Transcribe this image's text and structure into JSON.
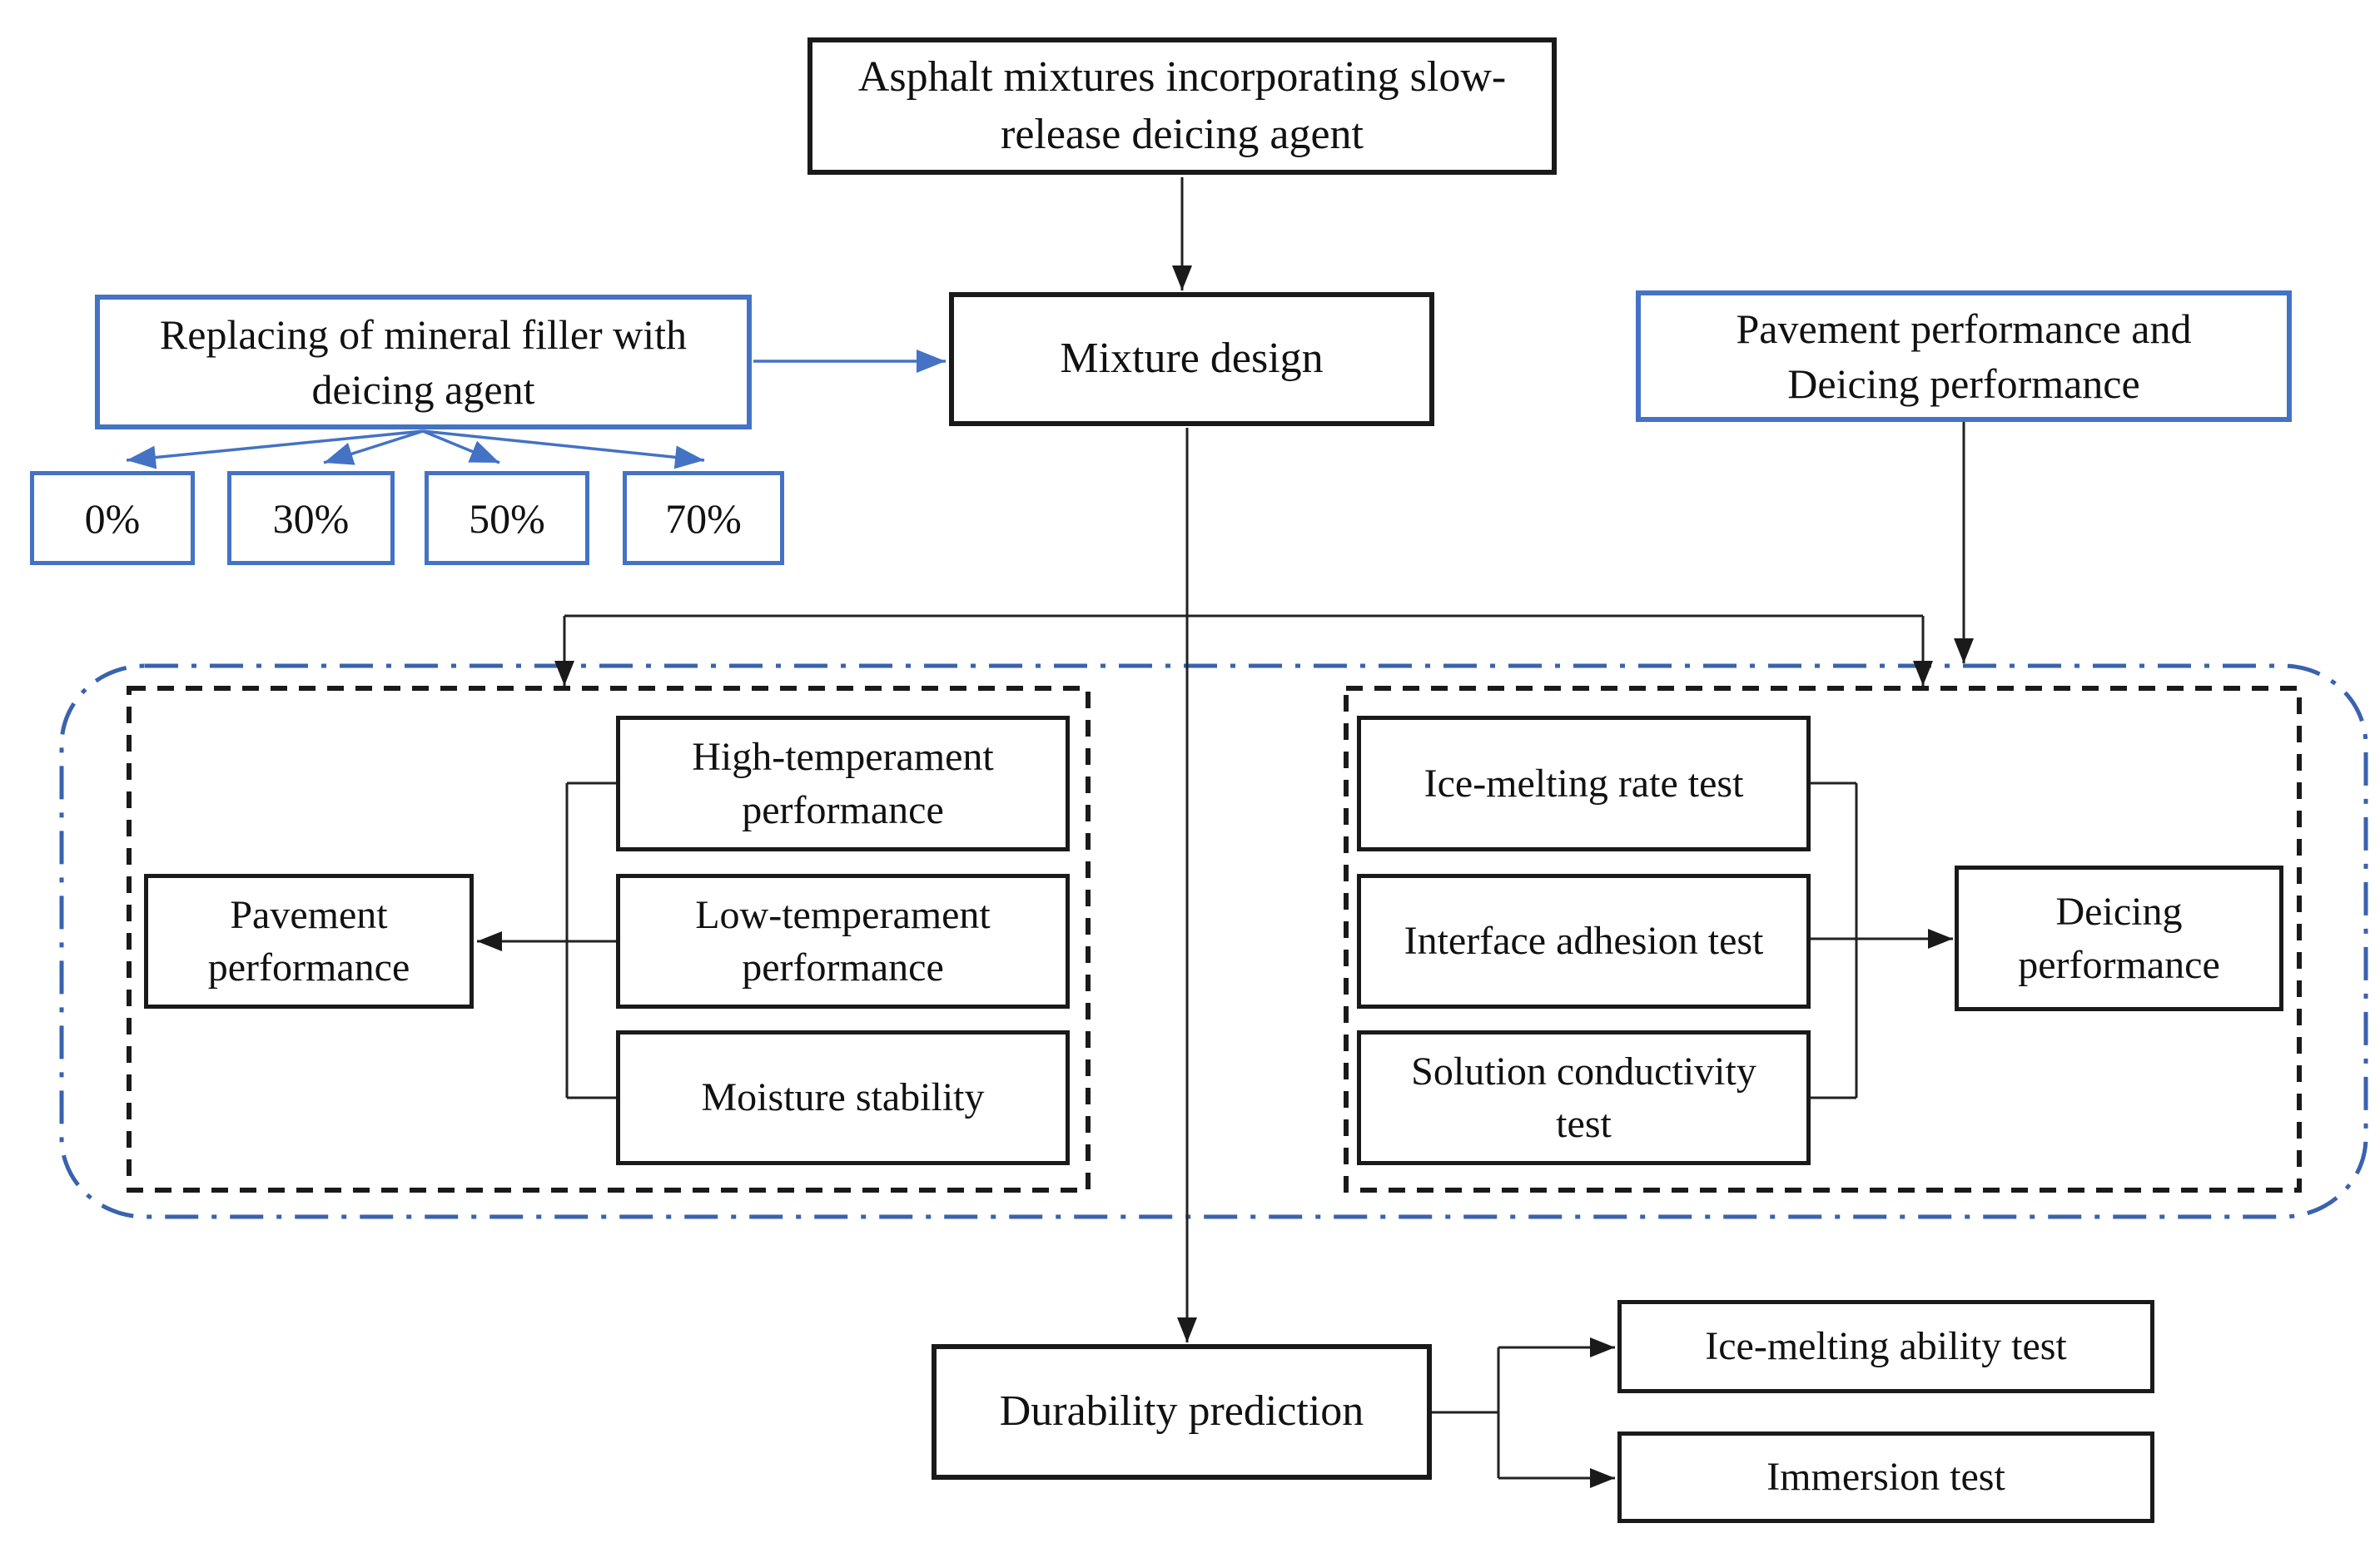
{
  "colors": {
    "accent_blue": "#4472C4",
    "container_dashdot_blue": "#3A62AD",
    "line_black": "#1a1a1a",
    "text": "#111111",
    "background": "#ffffff"
  },
  "percentages": [
    "0%",
    "30%",
    "50%",
    "70%"
  ],
  "nodes": {
    "root": "Asphalt mixtures incorporating slow-release deicing agent",
    "replacing": "Replacing of mineral filler with deicing agent",
    "mixture": "Mixture design",
    "performance_overview": "Pavement performance and Deicing performance",
    "pavement": "Pavement performance",
    "high_temp": "High-temperament performance",
    "low_temp": "Low-temperament performance",
    "moisture": "Moisture stability",
    "ice_rate": "Ice-melting rate test",
    "interface": "Interface adhesion test",
    "solution": "Solution conductivity test",
    "deicing": "Deicing performance",
    "durability": "Durability prediction",
    "ice_ability": "Ice-melting ability test",
    "immersion": "Immersion test"
  }
}
